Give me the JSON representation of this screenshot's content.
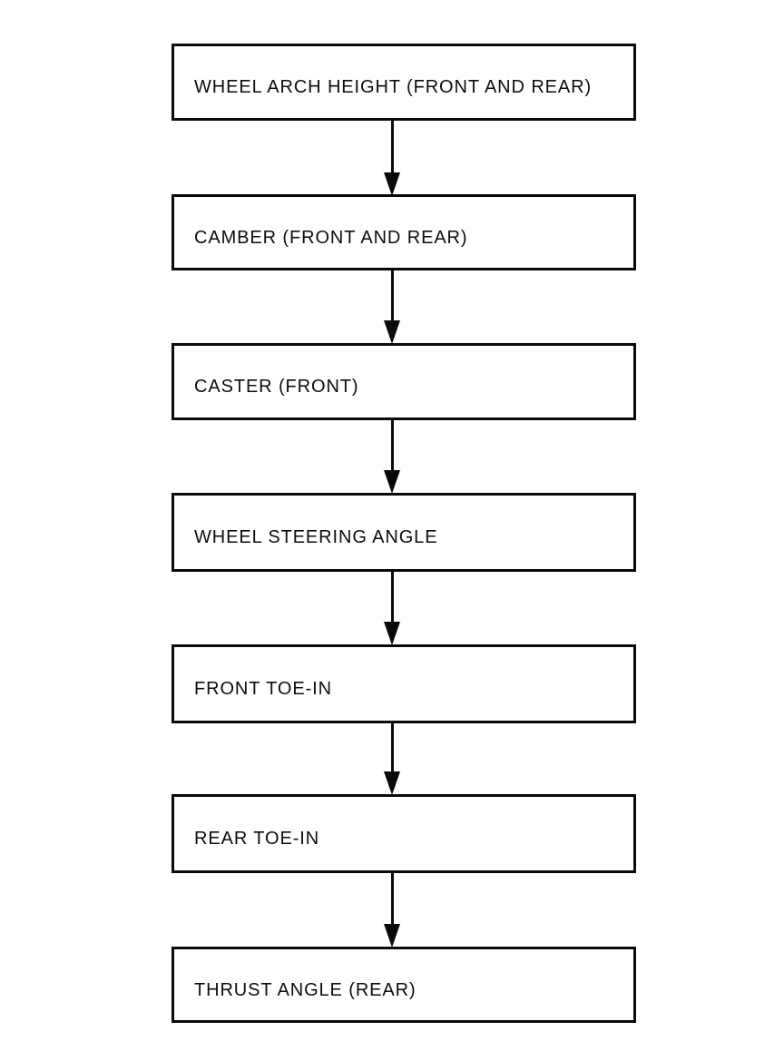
{
  "page": {
    "background_color": "#ffffff",
    "ink_color": "#0a0a0a",
    "description": "Wheel alignment inspection order flowchart"
  },
  "diagram": {
    "type": "flowchart",
    "direction": "top-down",
    "connector_style": "solid-arrow-down",
    "connector_count": 6,
    "steps": [
      {
        "label": "WHEEL ARCH HEIGHT (FRONT AND REAR)"
      },
      {
        "label": "CAMBER (FRONT AND REAR)"
      },
      {
        "label": "CASTER (FRONT)"
      },
      {
        "label": "WHEEL STEERING ANGLE"
      },
      {
        "label": "FRONT TOE-IN"
      },
      {
        "label": "REAR TOE-IN"
      },
      {
        "label": "THRUST ANGLE (REAR)"
      }
    ]
  }
}
